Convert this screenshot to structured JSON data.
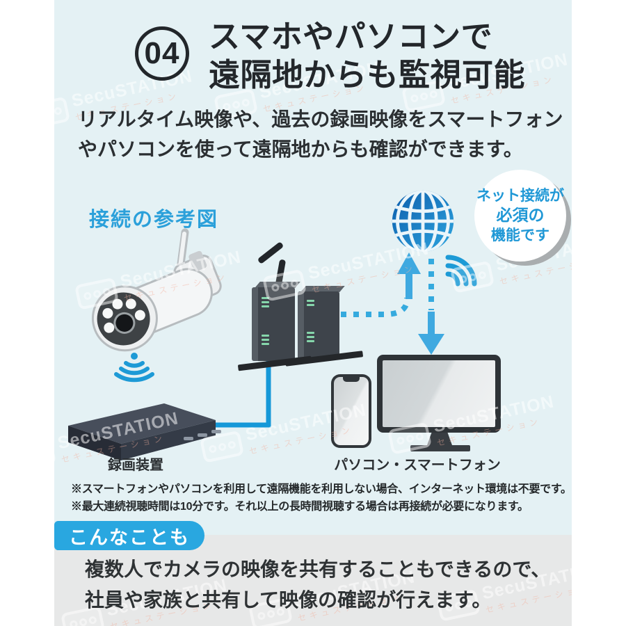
{
  "colors": {
    "background_blue": "#e4f1f4",
    "accent_blue": "#29a7e0",
    "caption_blue": "#2ba0da",
    "bubble_text_blue": "#2098d6",
    "gray_section": "#e7e8e8",
    "text_dark": "#23272a"
  },
  "header": {
    "badge": "04",
    "title_line1": "スマホやパソコンで",
    "title_line2": "遠隔地からも監視可能",
    "subtitle_line1": "リアルタイム映像や、過去の録画映像をスマートフォン",
    "subtitle_line2": "やパソコンを使って遠隔地からも確認ができます。"
  },
  "diagram": {
    "caption": "接続の参考図",
    "bubble": {
      "line1": "ネット接続が",
      "line2": "必須の",
      "line3": "機能です"
    },
    "labels": {
      "recorder": "録画装置",
      "pc_phone": "パソコン・スマートフォン"
    }
  },
  "footnotes": {
    "line1": "※スマートフォンやパソコンを利用して遠隔機能を利用しない場合、インターネット環境は不要です。",
    "line2": "※最大連続視聴時間は10分です。それ以上の長時間視聴する場合は再接続が必要になります。"
  },
  "extra": {
    "banner": "こんなことも",
    "line1": "複数人でカメラの映像を共有することもできるので、",
    "line2": "社員や家族と共有して映像の確認が行えます。"
  },
  "watermark": {
    "name": "SecuSTATION",
    "kana": "セキュステーション"
  },
  "icons": {
    "globe": "globe-icon",
    "wifi_down": "wifi-signal-down-icon",
    "wifi_diagonal": "wifi-signal-diagonal-icon",
    "camera": "security-camera-icon",
    "router": "router-icon",
    "recorder": "recorder-box-icon",
    "monitor": "monitor-icon",
    "smartphone": "smartphone-icon",
    "arrow_up": "arrow-up-icon",
    "arrow_down": "arrow-down-icon",
    "watermark_logo": "watermark-logo-icon"
  }
}
